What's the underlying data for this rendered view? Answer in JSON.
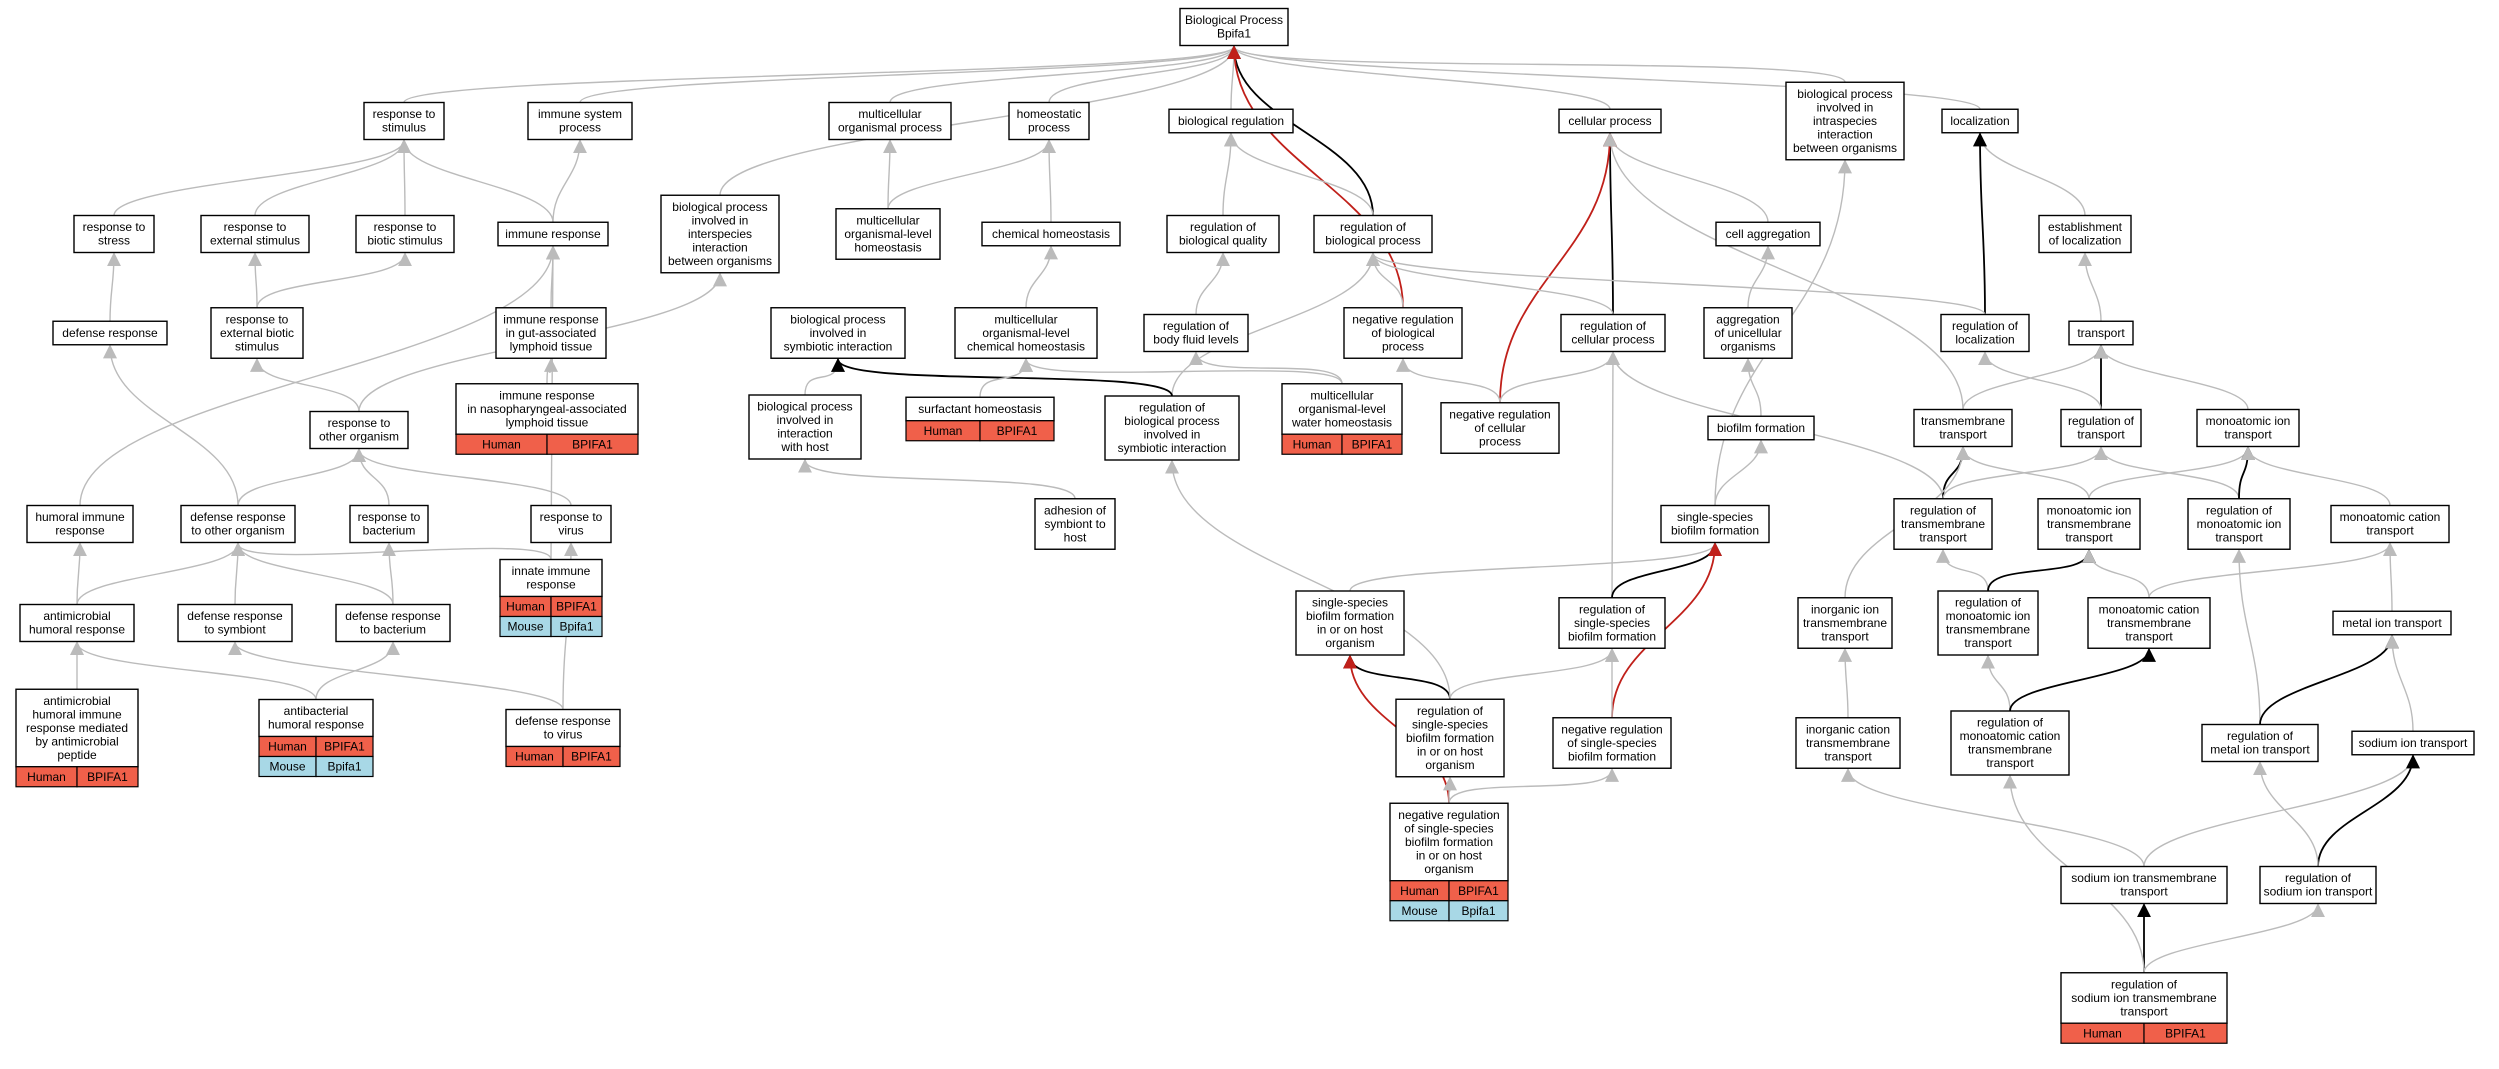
{
  "title": "Biological Process Bpifa1",
  "colors": {
    "human": "#f0604a",
    "mouse": "#a8d8e6",
    "edge_gray": "#bbbbbb",
    "edge_black": "#000000",
    "edge_red": "#c0201a"
  },
  "nodes": [
    {
      "id": "root",
      "lines": [
        "Biological Process",
        "Bpifa1"
      ]
    },
    {
      "id": "resp_stim",
      "lines": [
        "response to",
        "stimulus"
      ]
    },
    {
      "id": "imm_sys",
      "lines": [
        "immune system",
        "process"
      ]
    },
    {
      "id": "multi_org",
      "lines": [
        "multicellular",
        "organismal process"
      ]
    },
    {
      "id": "homeo",
      "lines": [
        "homeostatic",
        "process"
      ]
    },
    {
      "id": "bio_reg",
      "lines": [
        "biological regulation"
      ]
    },
    {
      "id": "cell_proc",
      "lines": [
        "cellular process"
      ]
    },
    {
      "id": "intraspecies",
      "lines": [
        "biological process",
        "involved in",
        "intraspecies",
        "interaction",
        "between organisms"
      ]
    },
    {
      "id": "localization",
      "lines": [
        "localization"
      ]
    },
    {
      "id": "resp_stress",
      "lines": [
        "response to",
        "stress"
      ]
    },
    {
      "id": "resp_ext",
      "lines": [
        "response to",
        "external stimulus"
      ]
    },
    {
      "id": "resp_biotic",
      "lines": [
        "response to",
        "biotic stimulus"
      ]
    },
    {
      "id": "imm_resp",
      "lines": [
        "immune response"
      ]
    },
    {
      "id": "interspecies",
      "lines": [
        "biological process",
        "involved in",
        "interspecies",
        "interaction",
        "between organisms"
      ]
    },
    {
      "id": "multi_homeo",
      "lines": [
        "multicellular",
        "organismal-level",
        "homeostasis"
      ]
    },
    {
      "id": "chem_homeo",
      "lines": [
        "chemical homeostasis"
      ]
    },
    {
      "id": "reg_bio_qual",
      "lines": [
        "regulation of",
        "biological quality"
      ]
    },
    {
      "id": "reg_bio_proc",
      "lines": [
        "regulation of",
        "biological process"
      ]
    },
    {
      "id": "cell_agg",
      "lines": [
        "cell aggregation"
      ]
    },
    {
      "id": "est_loc",
      "lines": [
        "establishment",
        "of localization"
      ]
    },
    {
      "id": "def_resp",
      "lines": [
        "defense response"
      ]
    },
    {
      "id": "resp_ext_biotic",
      "lines": [
        "response to",
        "external biotic",
        "stimulus"
      ]
    },
    {
      "id": "imm_gut",
      "lines": [
        "immune response",
        "in gut-associated",
        "lymphoid tissue"
      ]
    },
    {
      "id": "symbiotic",
      "lines": [
        "biological process",
        "involved in",
        "symbiotic interaction"
      ]
    },
    {
      "id": "multi_chem_homeo",
      "lines": [
        "multicellular",
        "organismal-level",
        "chemical homeostasis"
      ]
    },
    {
      "id": "reg_body_fluid",
      "lines": [
        "regulation of",
        "body fluid levels"
      ]
    },
    {
      "id": "neg_reg_bio",
      "lines": [
        "negative regulation",
        "of biological",
        "process"
      ]
    },
    {
      "id": "reg_cell_proc",
      "lines": [
        "regulation of",
        "cellular process"
      ]
    },
    {
      "id": "agg_unicell",
      "lines": [
        "aggregation",
        "of unicellular",
        "organisms"
      ]
    },
    {
      "id": "reg_loc",
      "lines": [
        "regulation of",
        "localization"
      ]
    },
    {
      "id": "transport",
      "lines": [
        "transport"
      ]
    },
    {
      "id": "imm_naso",
      "lines": [
        "immune response",
        "in nasopharyngeal-associated",
        "lymphoid tissue"
      ],
      "species": [
        [
          "Human",
          "BPIFA1"
        ]
      ]
    },
    {
      "id": "resp_other_org",
      "lines": [
        "response to",
        "other organism"
      ]
    },
    {
      "id": "interact_host",
      "lines": [
        "biological process",
        "involved in",
        "interaction",
        "with host"
      ]
    },
    {
      "id": "surfactant",
      "lines": [
        "surfactant homeostasis"
      ],
      "species": [
        [
          "Human",
          "BPIFA1"
        ]
      ]
    },
    {
      "id": "reg_symbiotic",
      "lines": [
        "regulation of",
        "biological process",
        "involved in",
        "symbiotic interaction"
      ]
    },
    {
      "id": "multi_water",
      "lines": [
        "multicellular",
        "organismal-level",
        "water homeostasis"
      ],
      "species": [
        [
          "Human",
          "BPIFA1"
        ]
      ]
    },
    {
      "id": "neg_reg_cell",
      "lines": [
        "negative regulation",
        "of cellular",
        "process"
      ]
    },
    {
      "id": "biofilm",
      "lines": [
        "biofilm formation"
      ]
    },
    {
      "id": "transmem",
      "lines": [
        "transmembrane",
        "transport"
      ]
    },
    {
      "id": "reg_transport",
      "lines": [
        "regulation of",
        "transport"
      ]
    },
    {
      "id": "mono_ion",
      "lines": [
        "monoatomic ion",
        "transport"
      ]
    },
    {
      "id": "humoral",
      "lines": [
        "humoral immune",
        "response"
      ]
    },
    {
      "id": "def_other_org",
      "lines": [
        "defense response",
        "to other organism"
      ]
    },
    {
      "id": "resp_bact",
      "lines": [
        "response to",
        "bacterium"
      ]
    },
    {
      "id": "resp_virus",
      "lines": [
        "response to",
        "virus"
      ]
    },
    {
      "id": "adhesion",
      "lines": [
        "adhesion of",
        "symbiont to",
        "host"
      ]
    },
    {
      "id": "ss_biofilm",
      "lines": [
        "single-species",
        "biofilm formation"
      ]
    },
    {
      "id": "reg_transmem",
      "lines": [
        "regulation of",
        "transmembrane",
        "transport"
      ]
    },
    {
      "id": "mono_ion_transmem",
      "lines": [
        "monoatomic ion",
        "transmembrane",
        "transport"
      ]
    },
    {
      "id": "reg_mono_ion",
      "lines": [
        "regulation of",
        "monoatomic ion",
        "transport"
      ]
    },
    {
      "id": "mono_cation",
      "lines": [
        "monoatomic cation",
        "transport"
      ]
    },
    {
      "id": "innate",
      "lines": [
        "innate immune",
        "response"
      ],
      "species": [
        [
          "Human",
          "BPIFA1"
        ],
        [
          "Mouse",
          "Bpifa1"
        ]
      ]
    },
    {
      "id": "antimicro_humoral",
      "lines": [
        "antimicrobial",
        "humoral response"
      ]
    },
    {
      "id": "def_symbiont",
      "lines": [
        "defense response",
        "to symbiont"
      ]
    },
    {
      "id": "def_bact",
      "lines": [
        "defense response",
        "to bacterium"
      ]
    },
    {
      "id": "ss_biofilm_host",
      "lines": [
        "single-species",
        "biofilm formation",
        "in or on host",
        "organism"
      ]
    },
    {
      "id": "reg_ss_biofilm",
      "lines": [
        "regulation of",
        "single-species",
        "biofilm formation"
      ]
    },
    {
      "id": "inorg_ion",
      "lines": [
        "inorganic ion",
        "transmembrane",
        "transport"
      ]
    },
    {
      "id": "reg_mono_ion_transmem",
      "lines": [
        "regulation of",
        "monoatomic ion",
        "transmembrane",
        "transport"
      ]
    },
    {
      "id": "mono_cation_transmem",
      "lines": [
        "monoatomic cation",
        "transmembrane",
        "transport"
      ]
    },
    {
      "id": "metal_ion",
      "lines": [
        "metal ion transport"
      ]
    },
    {
      "id": "antimicro_peptide",
      "lines": [
        "antimicrobial",
        "humoral immune",
        "response mediated",
        "by antimicrobial",
        "peptide"
      ],
      "species": [
        [
          "Human",
          "BPIFA1"
        ]
      ]
    },
    {
      "id": "antibacterial",
      "lines": [
        "antibacterial",
        "humoral response"
      ],
      "species": [
        [
          "Human",
          "BPIFA1"
        ],
        [
          "Mouse",
          "Bpifa1"
        ]
      ]
    },
    {
      "id": "def_virus",
      "lines": [
        "defense response",
        "to virus"
      ],
      "species": [
        [
          "Human",
          "BPIFA1"
        ]
      ]
    },
    {
      "id": "reg_ss_biofilm_host",
      "lines": [
        "regulation of",
        "single-species",
        "biofilm formation",
        "in or on host",
        "organism"
      ]
    },
    {
      "id": "neg_reg_ss_biofilm",
      "lines": [
        "negative regulation",
        "of single-species",
        "biofilm formation"
      ]
    },
    {
      "id": "inorg_cation",
      "lines": [
        "inorganic cation",
        "transmembrane",
        "transport"
      ]
    },
    {
      "id": "reg_mono_cation_transmem",
      "lines": [
        "regulation of",
        "monoatomic cation",
        "transmembrane",
        "transport"
      ]
    },
    {
      "id": "reg_metal_ion",
      "lines": [
        "regulation of",
        "metal ion transport"
      ]
    },
    {
      "id": "sodium_ion",
      "lines": [
        "sodium ion transport"
      ]
    },
    {
      "id": "neg_reg_ss_biofilm_host",
      "lines": [
        "negative regulation",
        "of single-species",
        "biofilm formation",
        "in or on host",
        "organism"
      ],
      "species": [
        [
          "Human",
          "BPIFA1"
        ],
        [
          "Mouse",
          "Bpifa1"
        ]
      ]
    },
    {
      "id": "sodium_transmem",
      "lines": [
        "sodium ion transmembrane",
        "transport"
      ]
    },
    {
      "id": "reg_sodium",
      "lines": [
        "regulation of",
        "sodium ion transport"
      ]
    },
    {
      "id": "reg_sodium_transmem",
      "lines": [
        "regulation of",
        "sodium ion transmembrane",
        "transport"
      ],
      "species": [
        [
          "Human",
          "BPIFA1"
        ]
      ]
    }
  ],
  "edges": [
    [
      "resp_stim",
      "root",
      "g"
    ],
    [
      "imm_sys",
      "root",
      "g"
    ],
    [
      "multi_org",
      "root",
      "g"
    ],
    [
      "homeo",
      "root",
      "g"
    ],
    [
      "bio_reg",
      "root",
      "g"
    ],
    [
      "cell_proc",
      "root",
      "g"
    ],
    [
      "intraspecies",
      "root",
      "g"
    ],
    [
      "localization",
      "root",
      "g"
    ],
    [
      "interspecies",
      "root",
      "g"
    ],
    [
      "reg_bio_proc",
      "root",
      "k"
    ],
    [
      "neg_reg_bio",
      "root",
      "r"
    ],
    [
      "resp_stress",
      "resp_stim",
      "g"
    ],
    [
      "resp_ext",
      "resp_stim",
      "g"
    ],
    [
      "resp_biotic",
      "resp_stim",
      "g"
    ],
    [
      "imm_resp",
      "resp_stim",
      "g"
    ],
    [
      "imm_resp",
      "imm_sys",
      "g"
    ],
    [
      "multi_homeo",
      "multi_org",
      "g"
    ],
    [
      "multi_homeo",
      "homeo",
      "g"
    ],
    [
      "chem_homeo",
      "homeo",
      "g"
    ],
    [
      "reg_bio_qual",
      "bio_reg",
      "g"
    ],
    [
      "reg_bio_proc",
      "bio_reg",
      "g"
    ],
    [
      "cell_agg",
      "cell_proc",
      "g"
    ],
    [
      "reg_cell_proc",
      "cell_proc",
      "k"
    ],
    [
      "neg_reg_cell",
      "cell_proc",
      "r"
    ],
    [
      "transmem",
      "cell_proc",
      "g"
    ],
    [
      "ss_biofilm",
      "intraspecies",
      "g"
    ],
    [
      "est_loc",
      "localization",
      "g"
    ],
    [
      "reg_loc",
      "localization",
      "k"
    ],
    [
      "def_resp",
      "resp_stress",
      "g"
    ],
    [
      "resp_ext_biotic",
      "resp_ext",
      "g"
    ],
    [
      "resp_ext_biotic",
      "resp_biotic",
      "g"
    ],
    [
      "imm_gut",
      "imm_resp",
      "g"
    ],
    [
      "humoral",
      "imm_resp",
      "g"
    ],
    [
      "innate",
      "imm_resp",
      "g"
    ],
    [
      "resp_other_org",
      "interspecies",
      "g"
    ],
    [
      "multi_chem_homeo",
      "chem_homeo",
      "g"
    ],
    [
      "reg_body_fluid",
      "reg_bio_qual",
      "g"
    ],
    [
      "neg_reg_bio",
      "reg_bio_proc",
      "g"
    ],
    [
      "reg_cell_proc",
      "reg_bio_proc",
      "g"
    ],
    [
      "reg_loc",
      "reg_bio_proc",
      "g"
    ],
    [
      "reg_symbiotic",
      "reg_bio_proc",
      "g"
    ],
    [
      "agg_unicell",
      "cell_agg",
      "g"
    ],
    [
      "transport",
      "est_loc",
      "g"
    ],
    [
      "imm_naso",
      "imm_gut",
      "g"
    ],
    [
      "resp_other_org",
      "resp_ext_biotic",
      "g"
    ],
    [
      "interact_host",
      "symbiotic",
      "g"
    ],
    [
      "reg_symbiotic",
      "symbiotic",
      "k"
    ],
    [
      "surfactant",
      "multi_chem_homeo",
      "g"
    ],
    [
      "multi_water",
      "multi_chem_homeo",
      "g"
    ],
    [
      "multi_water",
      "reg_body_fluid",
      "g"
    ],
    [
      "neg_reg_cell",
      "reg_cell_proc",
      "g"
    ],
    [
      "neg_reg_cell",
      "neg_reg_bio",
      "g"
    ],
    [
      "reg_transmem",
      "reg_cell_proc",
      "g"
    ],
    [
      "reg_ss_biofilm",
      "reg_cell_proc",
      "g"
    ],
    [
      "biofilm",
      "agg_unicell",
      "g"
    ],
    [
      "transmem",
      "transport",
      "g"
    ],
    [
      "reg_transport",
      "transport",
      "k"
    ],
    [
      "mono_ion",
      "transport",
      "g"
    ],
    [
      "reg_transport",
      "reg_loc",
      "g"
    ],
    [
      "def_other_org",
      "def_resp",
      "g"
    ],
    [
      "def_other_org",
      "resp_other_org",
      "g"
    ],
    [
      "resp_bact",
      "resp_other_org",
      "g"
    ],
    [
      "resp_virus",
      "resp_other_org",
      "g"
    ],
    [
      "adhesion",
      "interact_host",
      "g"
    ],
    [
      "ss_biofilm",
      "biofilm",
      "g"
    ],
    [
      "reg_transmem",
      "transmem",
      "k"
    ],
    [
      "reg_transmem",
      "reg_transport",
      "g"
    ],
    [
      "mono_ion_transmem",
      "transmem",
      "g"
    ],
    [
      "mono_ion_transmem",
      "mono_ion",
      "g"
    ],
    [
      "reg_mono_ion",
      "reg_transport",
      "g"
    ],
    [
      "reg_mono_ion",
      "mono_ion",
      "k"
    ],
    [
      "mono_cation",
      "mono_ion",
      "g"
    ],
    [
      "antimicro_humoral",
      "humoral",
      "g"
    ],
    [
      "antimicro_humoral",
      "def_other_org",
      "g"
    ],
    [
      "def_symbiont",
      "def_other_org",
      "g"
    ],
    [
      "def_bact",
      "def_other_org",
      "g"
    ],
    [
      "def_bact",
      "resp_bact",
      "g"
    ],
    [
      "innate",
      "def_other_org",
      "g"
    ],
    [
      "def_virus",
      "resp_virus",
      "g"
    ],
    [
      "ss_biofilm_host",
      "ss_biofilm",
      "g"
    ],
    [
      "reg_ss_biofilm",
      "ss_biofilm",
      "k"
    ],
    [
      "neg_reg_ss_biofilm",
      "ss_biofilm",
      "r"
    ],
    [
      "reg_mono_ion_transmem",
      "reg_transmem",
      "g"
    ],
    [
      "reg_mono_ion_transmem",
      "mono_ion_transmem",
      "k"
    ],
    [
      "mono_cation_transmem",
      "mono_ion_transmem",
      "g"
    ],
    [
      "mono_cation_transmem",
      "mono_cation",
      "g"
    ],
    [
      "metal_ion",
      "mono_cation",
      "g"
    ],
    [
      "inorg_ion",
      "transmem",
      "g"
    ],
    [
      "antimicro_peptide",
      "antimicro_humoral",
      "g"
    ],
    [
      "antibacterial",
      "antimicro_humoral",
      "g"
    ],
    [
      "antibacterial",
      "def_bact",
      "g"
    ],
    [
      "def_virus",
      "def_symbiont",
      "g"
    ],
    [
      "reg_ss_biofilm_host",
      "ss_biofilm_host",
      "k"
    ],
    [
      "reg_ss_biofilm_host",
      "reg_ss_biofilm",
      "g"
    ],
    [
      "reg_ss_biofilm_host",
      "reg_symbiotic",
      "g"
    ],
    [
      "neg_reg_ss_biofilm",
      "reg_ss_biofilm",
      "g"
    ],
    [
      "inorg_cation",
      "inorg_ion",
      "g"
    ],
    [
      "reg_mono_cation_transmem",
      "reg_mono_ion_transmem",
      "g"
    ],
    [
      "reg_mono_cation_transmem",
      "mono_cation_transmem",
      "k"
    ],
    [
      "reg_metal_ion",
      "reg_mono_ion",
      "g"
    ],
    [
      "reg_metal_ion",
      "metal_ion",
      "k"
    ],
    [
      "sodium_ion",
      "metal_ion",
      "g"
    ],
    [
      "neg_reg_ss_biofilm_host",
      "ss_biofilm_host",
      "r"
    ],
    [
      "neg_reg_ss_biofilm_host",
      "reg_ss_biofilm_host",
      "g"
    ],
    [
      "neg_reg_ss_biofilm_host",
      "neg_reg_ss_biofilm",
      "g"
    ],
    [
      "sodium_transmem",
      "inorg_cation",
      "g"
    ],
    [
      "sodium_transmem",
      "sodium_ion",
      "g"
    ],
    [
      "reg_sodium",
      "sodium_ion",
      "k"
    ],
    [
      "reg_sodium",
      "reg_metal_ion",
      "g"
    ],
    [
      "reg_sodium_transmem",
      "sodium_transmem",
      "k"
    ],
    [
      "reg_sodium_transmem",
      "reg_sodium",
      "g"
    ],
    [
      "reg_sodium_transmem",
      "reg_mono_cation_transmem",
      "g"
    ]
  ]
}
